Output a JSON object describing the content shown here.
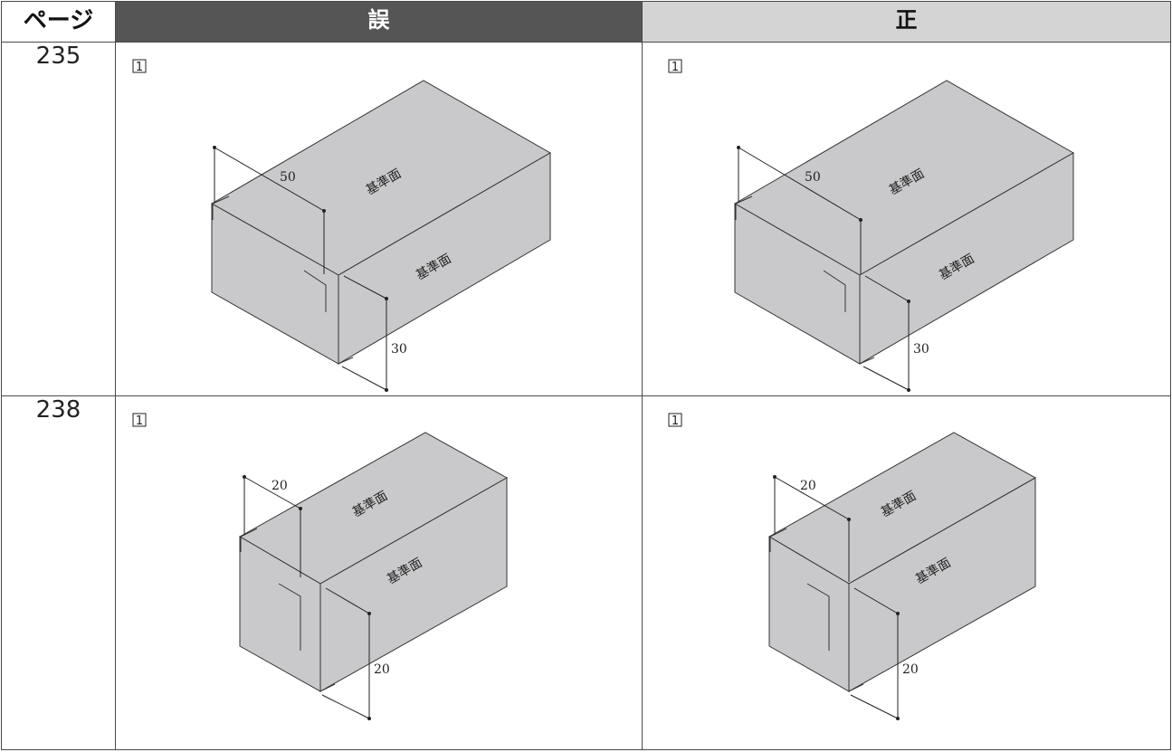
{
  "header": {
    "page": "ページ",
    "wrong": "誤",
    "right": "正"
  },
  "rows": [
    {
      "page": "235",
      "wrong": {
        "fig_no": "1",
        "top_dim": "50",
        "bottom_dim": "30",
        "face_top": "基準面",
        "face_side": "基準面"
      },
      "right": {
        "fig_no": "1",
        "top_dim": "50",
        "bottom_dim": "30",
        "face_top": "基準面",
        "face_side": "基準面"
      }
    },
    {
      "page": "238",
      "wrong": {
        "fig_no": "1",
        "top_dim": "20",
        "bottom_dim": "20",
        "face_top": "基準面",
        "face_side": "基準面"
      },
      "right": {
        "fig_no": "1",
        "top_dim": "20",
        "bottom_dim": "20",
        "face_top": "基準面",
        "face_side": "基準面"
      }
    }
  ]
}
